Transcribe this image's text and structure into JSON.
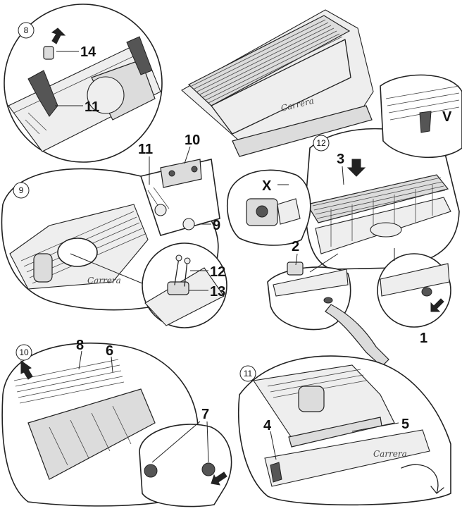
{
  "detail_circles": [
    "8",
    "9",
    "10",
    "11",
    "12"
  ],
  "part_numbers": [
    "1",
    "2",
    "3",
    "4",
    "5",
    "6",
    "7",
    "8",
    "9",
    "10",
    "11",
    "12",
    "13",
    "14"
  ],
  "detail_letters": [
    "X",
    "V"
  ],
  "badge_text": "Carrera",
  "colors": {
    "line": "#222222",
    "fill": "#dcdcdc",
    "background": "#ffffff"
  }
}
